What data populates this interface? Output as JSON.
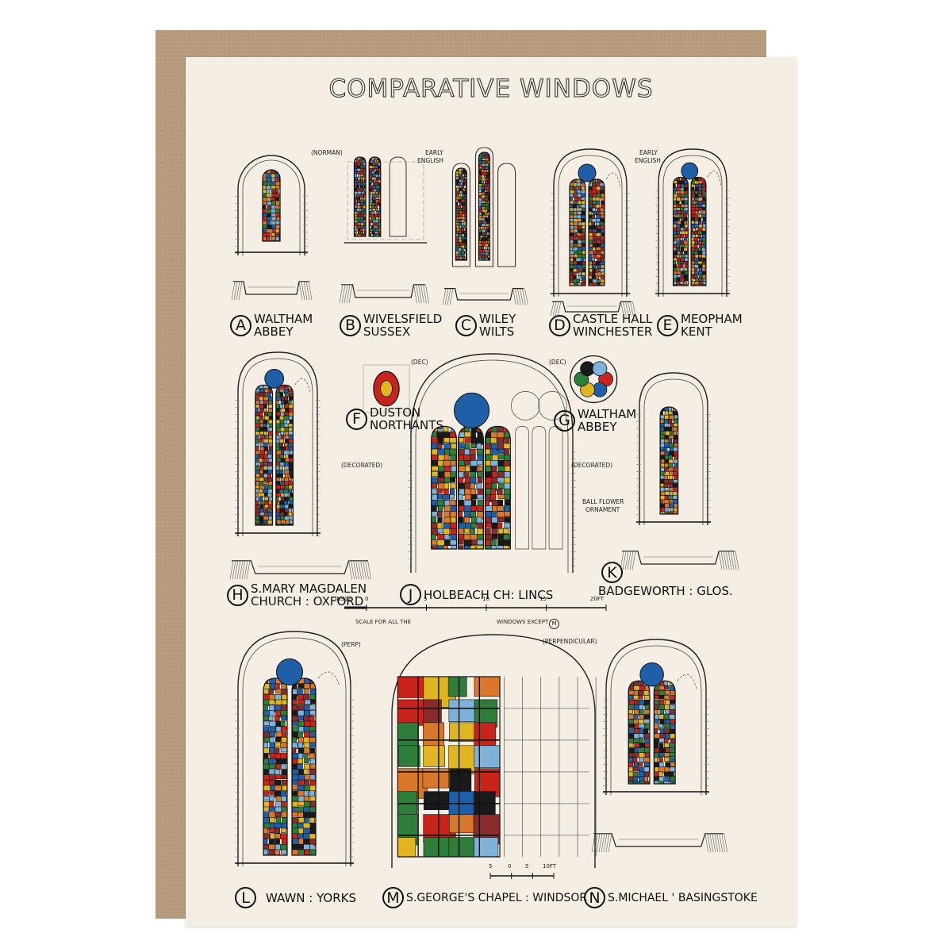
{
  "title": "COMPARATIVE WINDOWS",
  "palette": {
    "card": "#f4eee4",
    "envelope": "#b89d7e",
    "ink": "#111111",
    "glass": [
      "#c8241c",
      "#1f5fa8",
      "#e0b520",
      "#2e7d3a",
      "#1a1a1a",
      "#7fb2d9",
      "#8a2b2b",
      "#d9782a"
    ]
  },
  "windows": [
    {
      "letter": "A",
      "line1": "WALTHAM",
      "line2": "ABBEY"
    },
    {
      "letter": "B",
      "line1": "WIVELSFIELD",
      "line2": "SUSSEX"
    },
    {
      "letter": "C",
      "line1": "WILEY",
      "line2": "WILTS"
    },
    {
      "letter": "D",
      "line1": "CASTLE HALL",
      "line2": "WINCHESTER"
    },
    {
      "letter": "E",
      "line1": "MEOPHAM",
      "line2": "KENT"
    },
    {
      "letter": "F",
      "line1": "DUSTON",
      "line2": "NORTHANTS"
    },
    {
      "letter": "G",
      "line1": "WALTHAM",
      "line2": "ABBEY"
    },
    {
      "letter": "H",
      "line1": "S.MARY MAGDALEN",
      "line2": "CHURCH : OXFORD"
    },
    {
      "letter": "J",
      "line1": "HOLBEACH CH: LINCS",
      "line2": ""
    },
    {
      "letter": "K",
      "line1": "BADGEWORTH : GLOS.",
      "line2": ""
    },
    {
      "letter": "L",
      "line1": "WAWN : YORKS",
      "line2": ""
    },
    {
      "letter": "M",
      "line1": "S.GEORGE'S CHAPEL : WINDSOR",
      "line2": ""
    },
    {
      "letter": "N",
      "line1": "S.MICHAEL ' BASINGSTOKE",
      "line2": ""
    }
  ],
  "notes": {
    "norman": "(NORMAN)",
    "early_english_1a": "EARLY",
    "early_english_1b": "ENGLISH",
    "early_english_2a": "EARLY",
    "early_english_2b": "ENGLISH",
    "dec_f": "(DEC)",
    "dec_g": "(DEC)",
    "decorated_h": "(DECORATED)",
    "decorated_j": "(DECORATED)",
    "ball_flower_1": "BALL FLOWER",
    "ball_flower_2": "ORNAMENT",
    "perp": "(PERP)",
    "perpendicular": "(PERPENDICULAR)"
  },
  "scale": {
    "ticks": [
      "INS12",
      "0",
      "5",
      "10",
      "15",
      "20FT"
    ],
    "caption_left": "SCALE FOR ALL THE",
    "caption_right": "WINDOWS EXCEPT",
    "except_letter": "M",
    "m_ticks": [
      "5",
      "0",
      "5",
      "10FT"
    ]
  }
}
